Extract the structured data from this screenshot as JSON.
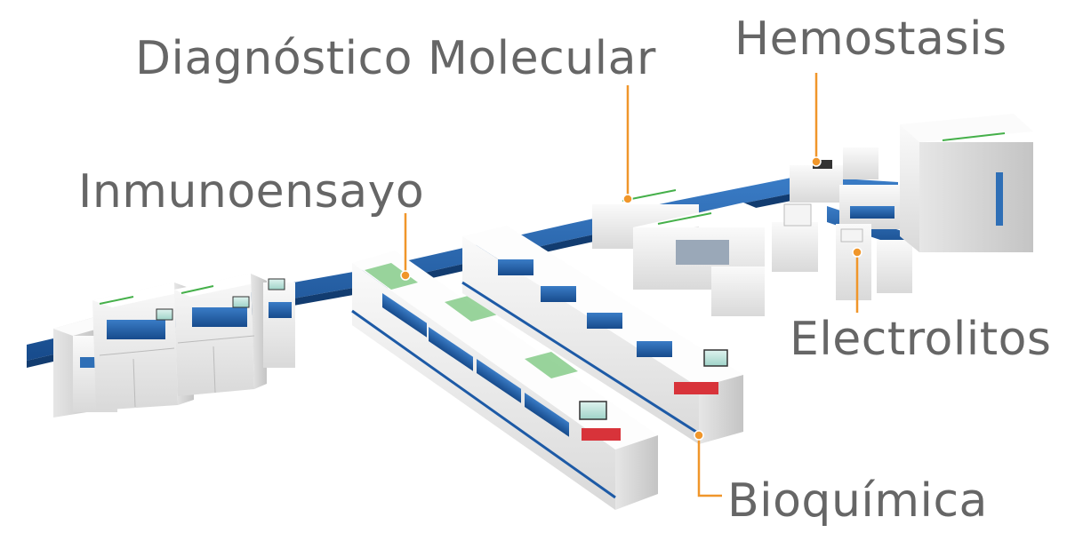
{
  "labels": {
    "molecular": "Diagnóstico Molecular",
    "hemostasis": "Hemostasis",
    "immunoassay": "Inmunoensayo",
    "electrolytes": "Electrolitos",
    "biochemistry": "Bioquímica"
  },
  "colors": {
    "label_text": "#666666",
    "leader_line": "#f0962a",
    "track_blue": "#1d5aa6",
    "accent_green": "#45b04a",
    "panel_blue": "#2f6fb6",
    "body_white": "#f1f1f1"
  }
}
